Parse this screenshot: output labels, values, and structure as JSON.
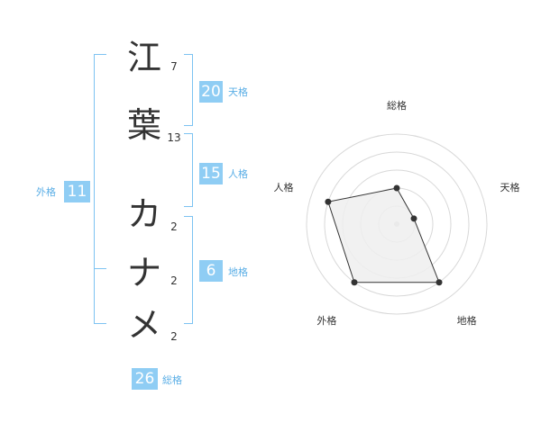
{
  "name_chars": [
    {
      "char": "江",
      "strokes": "7"
    },
    {
      "char": "葉",
      "strokes": "13"
    },
    {
      "char": "カ",
      "strokes": "2"
    },
    {
      "char": "ナ",
      "strokes": "2"
    },
    {
      "char": "メ",
      "strokes": "2"
    }
  ],
  "kaku": {
    "tenkaku": {
      "label": "天格",
      "value": "20"
    },
    "jinkaku": {
      "label": "人格",
      "value": "15"
    },
    "chikaku": {
      "label": "地格",
      "value": "6"
    },
    "gaikaku": {
      "label": "外格",
      "value": "11"
    },
    "soukaku": {
      "label": "総格",
      "value": "26"
    }
  },
  "colors": {
    "accent": "#8fcdf4",
    "bracket": "#7dc3f2",
    "radar_fill": "#eeeeee",
    "radar_stroke": "#333333",
    "ring": "#d8d8d8"
  },
  "chart_data": {
    "type": "radar",
    "axes": [
      "総格",
      "天格",
      "地格",
      "外格",
      "人格"
    ],
    "values": [
      2,
      1,
      4,
      4,
      4
    ],
    "max": 5,
    "rings": 5
  }
}
